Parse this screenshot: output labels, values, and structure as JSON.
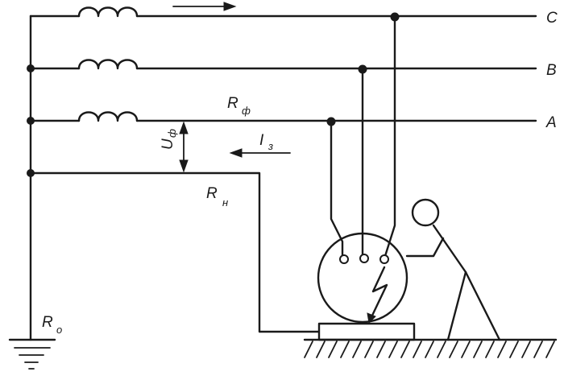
{
  "phases": [
    {
      "id": "C",
      "label": "C"
    },
    {
      "id": "B",
      "label": "B"
    },
    {
      "id": "A",
      "label": "A"
    }
  ],
  "labels": {
    "r_phase": {
      "main": "R",
      "sub": "ф"
    },
    "r_neutral": {
      "main": "R",
      "sub": "н"
    },
    "r_ground": {
      "main": "R",
      "sub": "о"
    },
    "u_phase": {
      "main": "U",
      "sub": "ф"
    },
    "i_fault": {
      "main": "I",
      "sub": "з"
    }
  },
  "colors": {
    "ink": "#1a1a1a",
    "background": "#ffffff"
  }
}
